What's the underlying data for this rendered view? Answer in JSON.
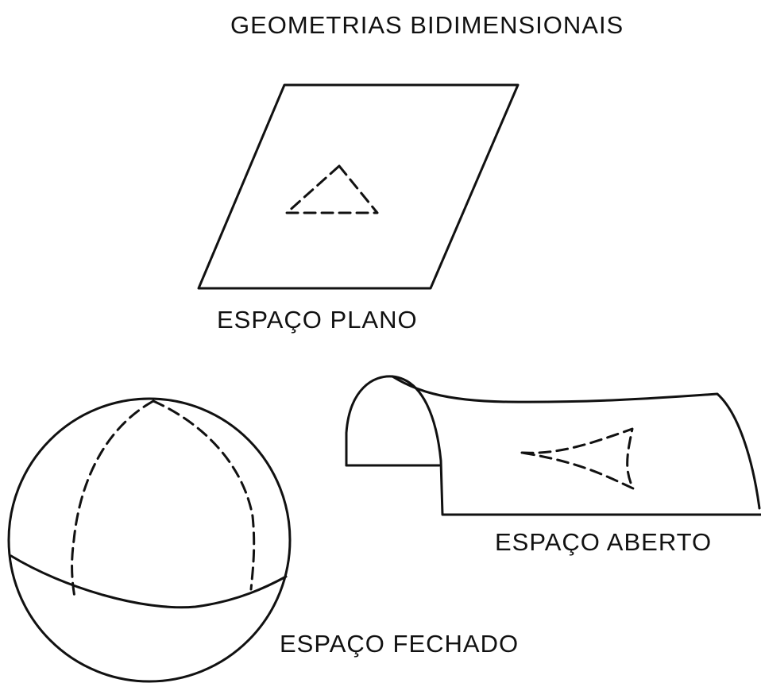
{
  "title": "GEOMETRIAS BIDIMENSIONAIS",
  "labels": {
    "flat": "ESPAÇO PLANO",
    "open": "ESPAÇO ABERTO",
    "closed": "ESPAÇO FECHADO"
  },
  "colors": {
    "ink": "#111111",
    "background": "#ffffff"
  }
}
